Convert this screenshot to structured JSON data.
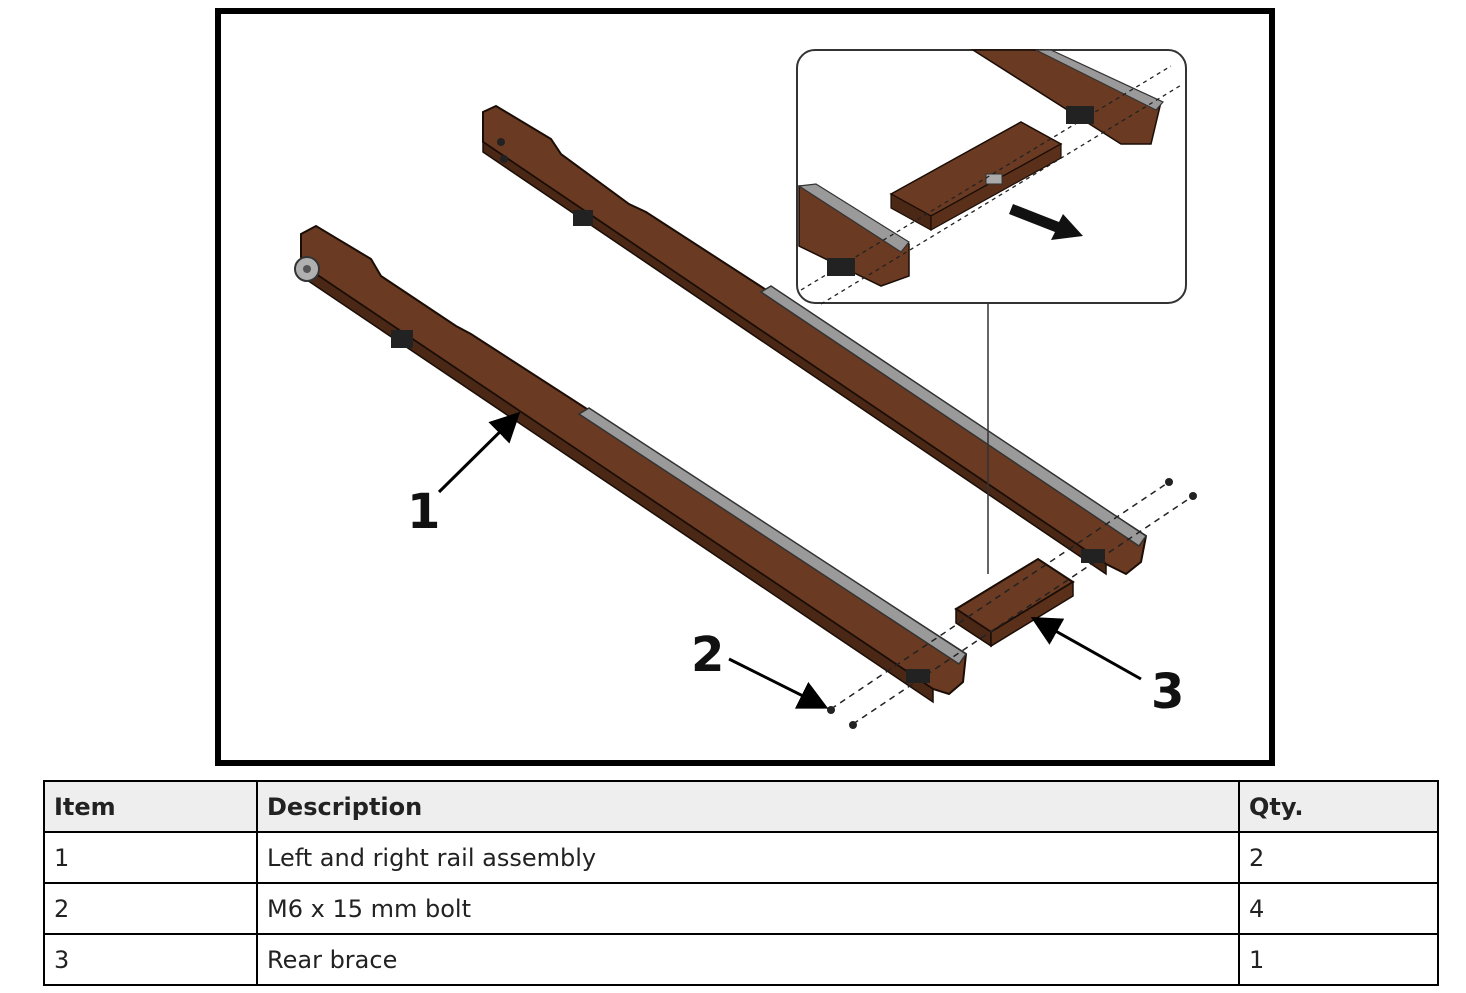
{
  "figure": {
    "callouts": [
      "1",
      "2",
      "3"
    ],
    "colors": {
      "wood": "#6a3a22",
      "wood_dark": "#4b2816",
      "rail_metal": "#9a9a9a",
      "frame": "#000000"
    }
  },
  "parts_table": {
    "headers": {
      "item": "Item",
      "description": "Description",
      "qty": "Qty."
    },
    "rows": [
      {
        "item": "1",
        "description": "Left and right rail assembly",
        "qty": "2"
      },
      {
        "item": "2",
        "description": "M6 x 15 mm bolt",
        "qty": "4"
      },
      {
        "item": "3",
        "description": "Rear brace",
        "qty": "1"
      }
    ]
  }
}
